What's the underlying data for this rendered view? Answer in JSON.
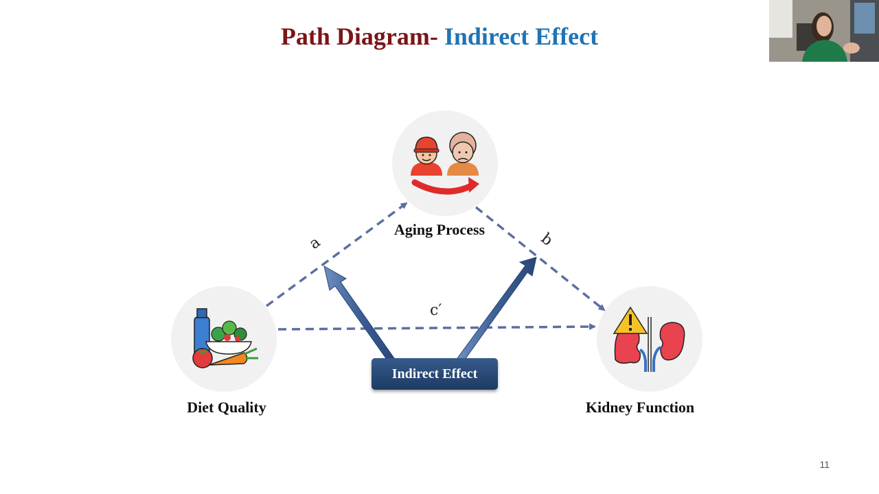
{
  "title": {
    "part1": "Path Diagram-",
    "part2": "Indirect Effect"
  },
  "nodes": {
    "aging": "Aging Process",
    "diet": "Diet Quality",
    "kidney": "Kidney Function"
  },
  "paths": {
    "a": "a",
    "b": "b",
    "c_prime": "c′"
  },
  "badge": "Indirect Effect",
  "page_number": "11",
  "colors": {
    "title_dark_red": "#7b1518",
    "title_blue": "#1f74b4",
    "dashed_arrow": "#5b6fa0",
    "badge": "#2a4a7a"
  }
}
